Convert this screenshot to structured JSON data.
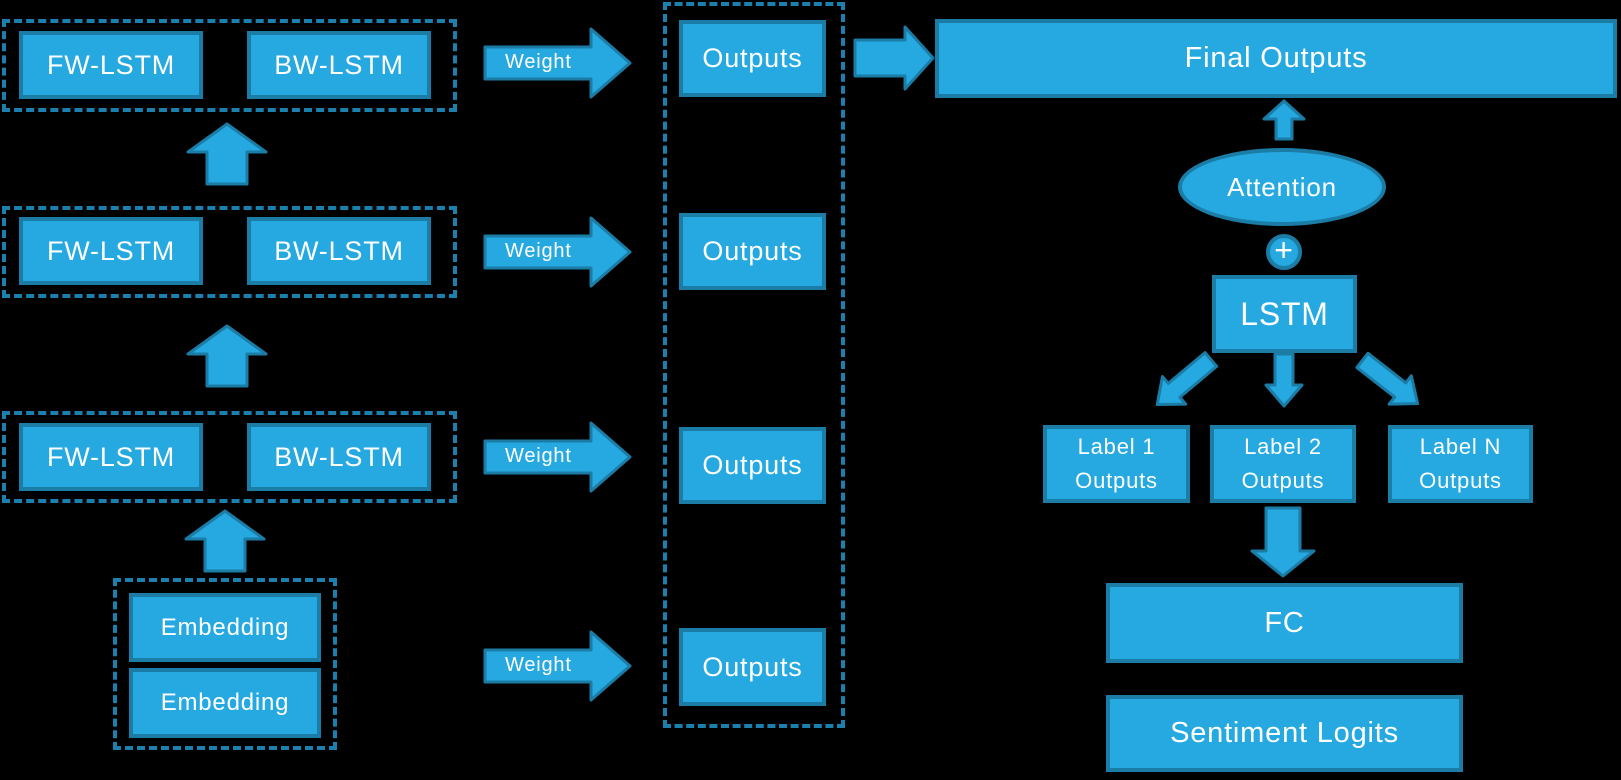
{
  "colors": {
    "background": "#000000",
    "box_fill": "#25A9E0",
    "box_border": "#1B7CA6",
    "dashed_border": "#1C80AE",
    "text": "#FFFFFF"
  },
  "left_column": {
    "lstm_rows": [
      {
        "fw": "FW-LSTM",
        "bw": "BW-LSTM"
      },
      {
        "fw": "FW-LSTM",
        "bw": "BW-LSTM"
      },
      {
        "fw": "FW-LSTM",
        "bw": "BW-LSTM"
      }
    ],
    "embedding_boxes": [
      "Embedding",
      "Embedding"
    ]
  },
  "middle_column": {
    "weight_labels": [
      "Weight",
      "Weight",
      "Weight",
      "Weight"
    ],
    "outputs_boxes": [
      "Outputs",
      "Outputs",
      "Outputs",
      "Outputs"
    ]
  },
  "right_column": {
    "final_outputs": "Final Outputs",
    "attention": "Attention",
    "plus": "+",
    "lstm": "LSTM",
    "labels": [
      {
        "line1": "Label 1",
        "line2": "Outputs"
      },
      {
        "line1": "Label 2",
        "line2": "Outputs"
      },
      {
        "line1": "Label N",
        "line2": "Outputs"
      }
    ],
    "fc": "FC",
    "sentiment_logits": "Sentiment Logits"
  }
}
